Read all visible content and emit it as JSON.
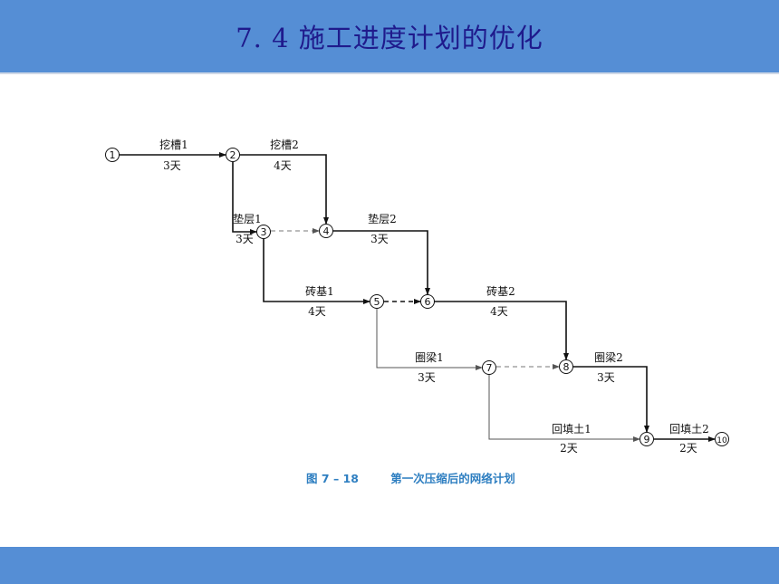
{
  "slide": {
    "title": "7. 4   施工进度计划的优化"
  },
  "figure": {
    "caption_number": "图 7 – 18",
    "caption_text": "第一次压缩后的网络计划"
  },
  "nodes": [
    "1",
    "2",
    "3",
    "4",
    "5",
    "6",
    "7",
    "8",
    "9",
    "10"
  ],
  "activities": [
    {
      "name": "挖槽1",
      "duration": "3天"
    },
    {
      "name": "挖槽2",
      "duration": "4天"
    },
    {
      "name": "垫层1",
      "duration": "3天"
    },
    {
      "name": "垫层2",
      "duration": "3天"
    },
    {
      "name": "砖基1",
      "duration": "4天"
    },
    {
      "name": "砖基2",
      "duration": "4天"
    },
    {
      "name": "圈梁1",
      "duration": "3天"
    },
    {
      "name": "圈梁2",
      "duration": "3天"
    },
    {
      "name": "回填土1",
      "duration": "2天"
    },
    {
      "name": "回填土2",
      "duration": "2天"
    }
  ],
  "colors": {
    "bar": "#558ed5",
    "title": "#1f1a8c",
    "caption": "#2f7fc1",
    "solid_arrow": "#111111",
    "dummy_arrow": "#777777"
  }
}
